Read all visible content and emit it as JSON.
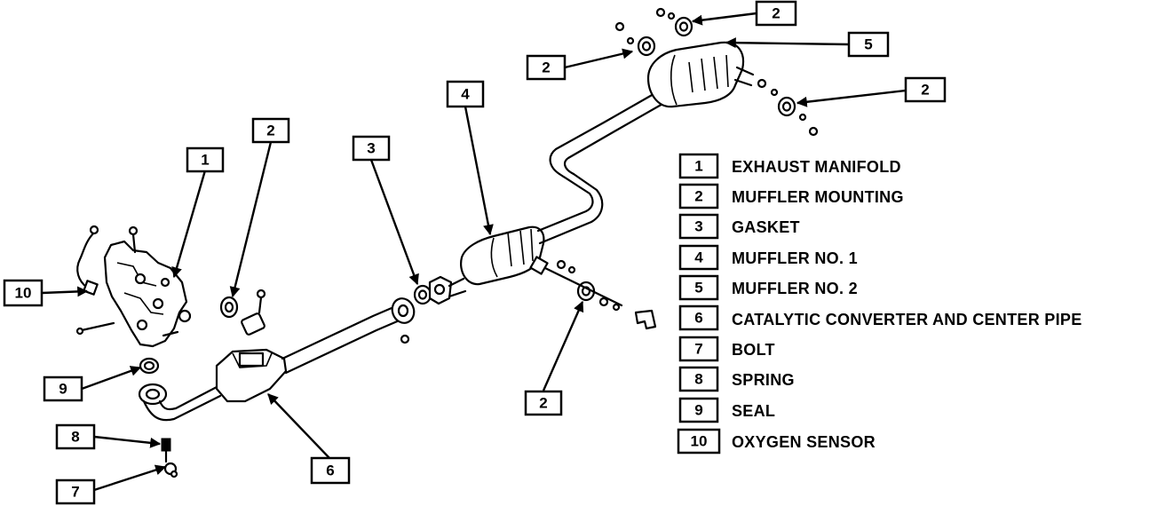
{
  "callouts": [
    {
      "id": "c1",
      "num": "1"
    },
    {
      "id": "c2a",
      "num": "2"
    },
    {
      "id": "c2b",
      "num": "2"
    },
    {
      "id": "c2c",
      "num": "2"
    },
    {
      "id": "c2d",
      "num": "2"
    },
    {
      "id": "c2e",
      "num": "2"
    },
    {
      "id": "c3",
      "num": "3"
    },
    {
      "id": "c4",
      "num": "4"
    },
    {
      "id": "c5",
      "num": "5"
    },
    {
      "id": "c6",
      "num": "6"
    },
    {
      "id": "c7",
      "num": "7"
    },
    {
      "id": "c8",
      "num": "8"
    },
    {
      "id": "c9",
      "num": "9"
    },
    {
      "id": "c10",
      "num": "10"
    }
  ],
  "legend": [
    {
      "num": "1",
      "label": "EXHAUST MANIFOLD"
    },
    {
      "num": "2",
      "label": "MUFFLER MOUNTING"
    },
    {
      "num": "3",
      "label": "GASKET"
    },
    {
      "num": "4",
      "label": "MUFFLER NO. 1"
    },
    {
      "num": "5",
      "label": "MUFFLER NO. 2"
    },
    {
      "num": "6",
      "label": "CATALYTIC CONVERTER AND CENTER PIPE"
    },
    {
      "num": "7",
      "label": "BOLT"
    },
    {
      "num": "8",
      "label": "SPRING"
    },
    {
      "num": "9",
      "label": "SEAL"
    },
    {
      "num": "10",
      "label": "OXYGEN SENSOR"
    }
  ]
}
